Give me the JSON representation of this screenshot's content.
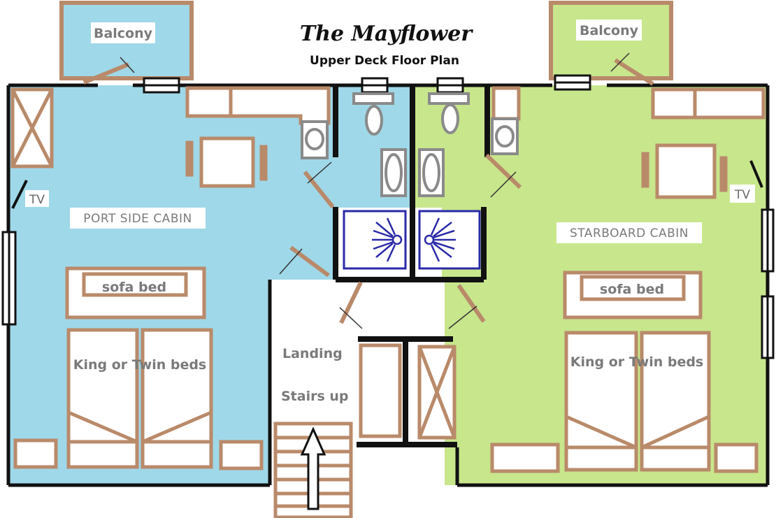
{
  "title": "The Mayflower",
  "subtitle": "Upper Deck Floor Plan",
  "colors": {
    "port": "#9fd8e8",
    "starboard": "#c8e68c",
    "furniture": "#b98a6a",
    "wall": "#111111",
    "shower": "#2a2aa8",
    "fixture": "#8a8a8a"
  },
  "port": {
    "balcony": "Balcony",
    "cabin": "PORT SIDE CABIN",
    "tv": "TV",
    "sofa": "sofa bed",
    "beds": "King or Twin beds"
  },
  "starboard": {
    "balcony": "Balcony",
    "cabin": "STARBOARD CABIN",
    "tv": "TV",
    "sofa": "sofa bed",
    "beds": "King or Twin beds"
  },
  "center": {
    "landing": "Landing",
    "stairs": "Stairs up"
  }
}
